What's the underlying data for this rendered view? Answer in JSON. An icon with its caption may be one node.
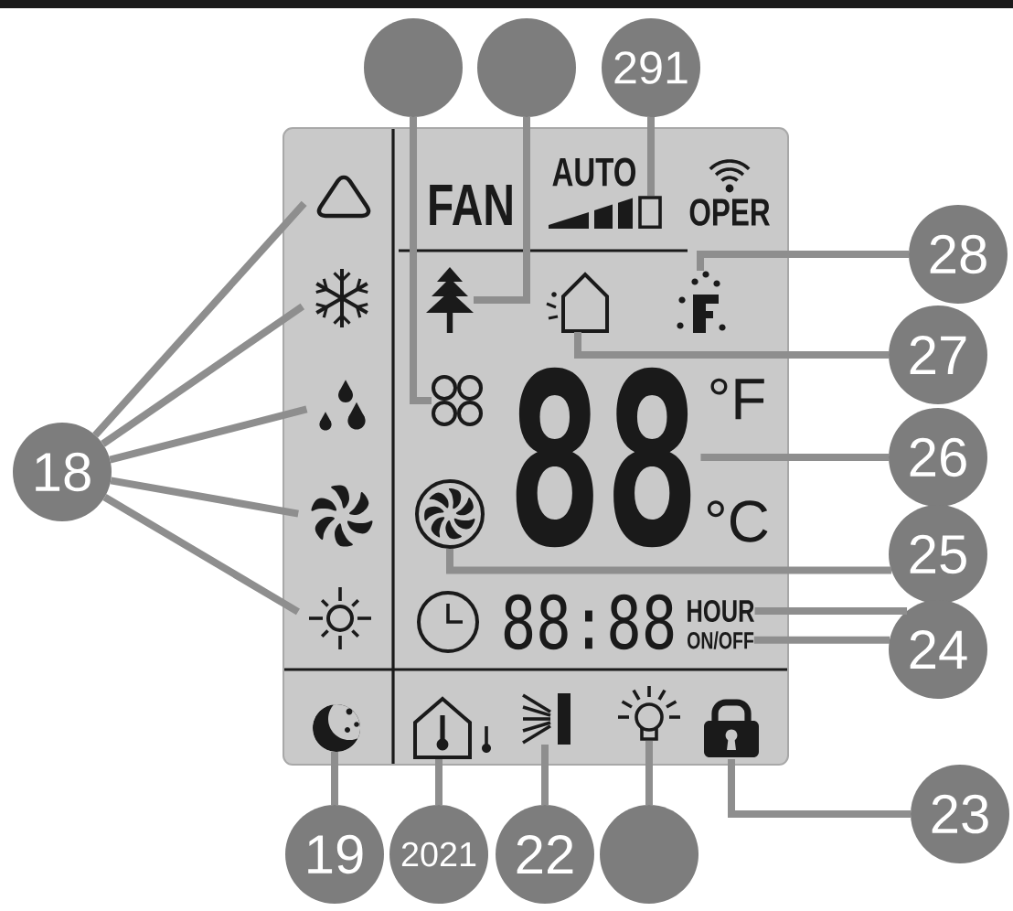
{
  "diagram": {
    "nodes": [
      {
        "text": [
          "18"
        ]
      },
      {
        "text": [],
        "shape": "picture"
      },
      {
        "text": [],
        "shape": "picture"
      },
      {
        "text": [],
        "shape": "picture"
      },
      {
        "text": [],
        "shape": "picture"
      },
      {
        "text": [],
        "shape": "picture"
      },
      {
        "text": [],
        "shape": "circle"
      },
      {
        "text": [],
        "shape": "circle"
      },
      {
        "text": [
          "291"
        ]
      },
      {
        "text": [],
        "shape": "picture"
      },
      {
        "text": [],
        "shape": "picture"
      },
      {
        "text": [],
        "shape": "picture"
      },
      {
        "text": [
          "28"
        ]
      },
      {
        "text": [],
        "shape": "picture"
      },
      {
        "text": [
          "27"
        ]
      },
      {
        "text": [],
        "shape": "picture"
      },
      {
        "text": [
          "26"
        ]
      },
      {
        "text": [
          "88"
        ]
      },
      {
        "text": [
          "25"
        ]
      },
      {
        "text": [],
        "shape": "picture"
      },
      {
        "text": [
          "24"
        ]
      },
      {
        "text": [
          "HOUR"
        ]
      },
      {
        "text": [
          "ON/OFF"
        ]
      },
      {
        "text": [],
        "shape": "picture"
      },
      {
        "text": [
          "19"
        ]
      },
      {
        "text": [],
        "shape": "picture"
      },
      {
        "text": [
          "2021"
        ]
      },
      {
        "text": [],
        "shape": "picture"
      },
      {
        "text": [
          "22"
        ]
      },
      {
        "text": [],
        "shape": "picture"
      },
      {
        "text": [],
        "shape": "circle"
      },
      {
        "text": [],
        "shape": "picture"
      },
      {
        "text": [
          "23"
        ]
      }
    ],
    "edges": [
      {
        "from": 0,
        "to": 1,
        "arrow": "none"
      },
      {
        "from": 0,
        "to": 2,
        "arrow": "none"
      },
      {
        "from": 0,
        "to": 3,
        "arrow": "none"
      },
      {
        "from": 0,
        "to": 4,
        "arrow": "none"
      },
      {
        "from": 0,
        "to": 5,
        "arrow": "none"
      },
      {
        "from": 6,
        "to": 9,
        "arrow": "none"
      },
      {
        "from": 7,
        "to": 10,
        "arrow": "none"
      },
      {
        "from": 8,
        "to": 11,
        "arrow": "none"
      },
      {
        "from": 12,
        "to": 13,
        "arrow": "none"
      },
      {
        "from": 14,
        "to": 15,
        "arrow": "none"
      },
      {
        "from": 16,
        "to": 17,
        "arrow": "none"
      },
      {
        "from": 18,
        "to": 19,
        "arrow": "none"
      },
      {
        "from": 20,
        "to": 21,
        "arrow": "none"
      },
      {
        "from": 20,
        "to": 22,
        "arrow": "none"
      },
      {
        "from": 24,
        "to": 23,
        "arrow": "none"
      },
      {
        "from": 26,
        "to": 25,
        "arrow": "none"
      },
      {
        "from": 28,
        "to": 27,
        "arrow": "none"
      },
      {
        "from": 30,
        "to": 29,
        "arrow": "none"
      },
      {
        "from": 32,
        "to": 31,
        "arrow": "none"
      }
    ],
    "labels": [
      "FAN",
      "AUTO",
      "OPER",
      "°F",
      "°C",
      "88:88"
    ]
  }
}
